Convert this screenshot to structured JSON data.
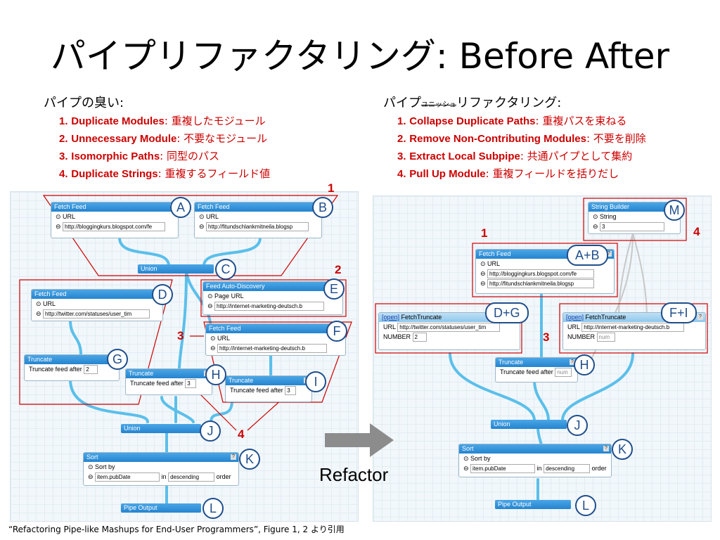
{
  "title": "パイプリファクタリング: Before After",
  "left_heading": "パイプの臭い:",
  "right_heading_pre": "パイプ",
  "right_heading_strike": "ユニッシュ",
  "right_heading_post": "リファクタリング:",
  "smells": [
    {
      "num": "1.",
      "en": "Duplicate Modules",
      "jp": ": 重複したモジュール"
    },
    {
      "num": "2.",
      "en": "Unnecessary Module",
      "jp": ": 不要なモジュール"
    },
    {
      "num": "3.",
      "en": "Isomorphic Paths",
      "jp": ": 同型のパス"
    },
    {
      "num": "4.",
      "en": "Duplicate Strings",
      "jp": ": 重複するフィールド値"
    }
  ],
  "refactorings": [
    {
      "num": "1.",
      "en": "Collapse Duplicate Paths",
      "jp": ": 重複パスを束ねる"
    },
    {
      "num": "2.",
      "en": "Remove Non-Contributing Modules",
      "jp": ": 不要を削除"
    },
    {
      "num": "3.",
      "en": "Extract Local Subpipe",
      "jp": ": 共通パイプとして集約"
    },
    {
      "num": "4.",
      "en": "Pull Up Module",
      "jp": ": 重複フィールドを括りだし"
    }
  ],
  "before": {
    "fetchA": {
      "title": "Fetch Feed",
      "url_label": "URL",
      "url": "http://bloggingkurs.blogspot.com/fe"
    },
    "fetchB": {
      "title": "Fetch Feed",
      "url_label": "URL",
      "url": "http://fitundschlankmitneila.blogsp"
    },
    "union1": "Union",
    "fetchD": {
      "title": "Fetch Feed",
      "url_label": "URL",
      "url": "http://twitter.com/statuses/user_tim"
    },
    "autoE": {
      "title": "Feed Auto-Discovery",
      "url_label": "Page URL",
      "url": "http://internet-marketing-deutsch.b"
    },
    "fetchF": {
      "title": "Fetch Feed",
      "url_label": "URL",
      "url": "http://internet-marketing-deutsch.b"
    },
    "truncG": {
      "title": "Truncate",
      "label": "Truncate feed after",
      "value": "2"
    },
    "truncH": {
      "title": "Truncate",
      "label": "Truncate feed after",
      "value": "3"
    },
    "truncI": {
      "title": "Truncate",
      "label": "Truncate feed after",
      "value": "3"
    },
    "union2": "Union",
    "sortK": {
      "title": "Sort",
      "sort_by": "Sort by",
      "field": "item.pubDate",
      "in": "in",
      "order_value": "descending",
      "order": "order"
    },
    "output": "Pipe Output"
  },
  "after": {
    "builderM": {
      "title": "String Builder",
      "label": "String",
      "value": "3"
    },
    "fetchAB": {
      "title": "Fetch Feed",
      "url_label": "URL",
      "url1": "http://bloggingkurs.blogspot.com/fe",
      "url2": "http://fitundschlankmitneila.blogsp"
    },
    "ftDG": {
      "open": "[open]",
      "title": "FetchTruncate",
      "url_label": "URL",
      "url": "http://twitter.com/statuses/user_tim",
      "num_label": "NUMBER",
      "num": "2"
    },
    "ftFI": {
      "open": "[open]",
      "title": "FetchTruncate",
      "url_label": "URL",
      "url": "http://internet-marketing-deutsch.b",
      "num_label": "NUMBER",
      "num": "num"
    },
    "truncH": {
      "title": "Truncate",
      "label": "Truncate feed after",
      "value": "num"
    },
    "union": "Union",
    "sortK": {
      "title": "Sort",
      "sort_by": "Sort by",
      "field": "item.pubDate",
      "in": "in",
      "order_value": "descending",
      "order": "order"
    },
    "output": "Pipe Output"
  },
  "labels": {
    "A": "A",
    "B": "B",
    "C": "C",
    "D": "D",
    "E": "E",
    "F": "F",
    "G": "G",
    "H": "H",
    "I": "I",
    "J": "J",
    "K": "K",
    "L": "L",
    "M": "M",
    "AB": "A+B",
    "DG": "D+G",
    "FI": "F+I"
  },
  "red_numbers": {
    "b1": "1",
    "b2": "2",
    "b3": "3",
    "b4": "4",
    "a1": "1",
    "a3": "3",
    "a4": "4"
  },
  "refactor_label": "Refactor",
  "citation": "“Refactoring Pipe-like Mashups for End-User Programmers”, Figure 1, 2 より引用",
  "colors": {
    "accent_red": "#cc0000",
    "module_blue": "#2584cf",
    "label_blue": "#1f4e8c",
    "wire": "#5bbfea",
    "arrow_gray": "#8c8c8c"
  }
}
